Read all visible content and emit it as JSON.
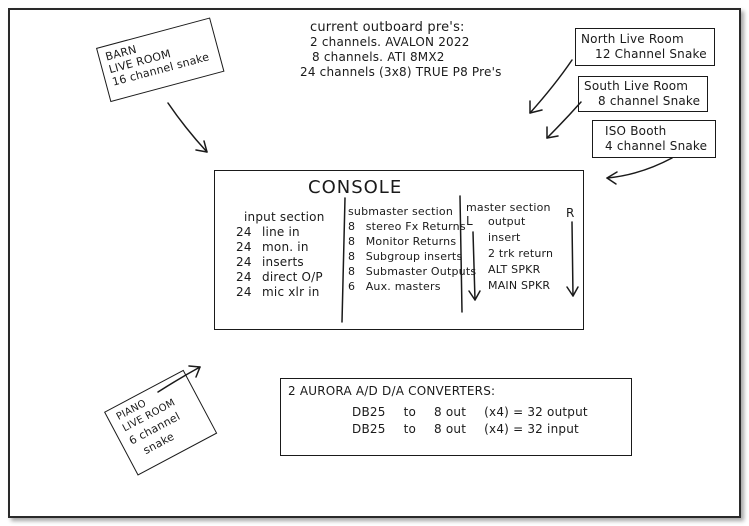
{
  "outboard": {
    "title": "current outboard pre's:",
    "lines": [
      "2 channels. AVALON 2022",
      "8 channels. ATI 8MX2",
      "24 channels (3x8) TRUE P8 Pre's"
    ]
  },
  "barn": [
    "BARN",
    "LIVE ROOM",
    "16 channel snake"
  ],
  "north": [
    "North Live Room",
    "12 Channel Snake"
  ],
  "south": [
    "South Live Room",
    "8 channel Snake"
  ],
  "iso": [
    "ISO Booth",
    "4 channel Snake"
  ],
  "piano": [
    "PIANO",
    "LIVE ROOM",
    "6 channel",
    "snake"
  ],
  "console": {
    "title": "CONSOLE",
    "input": {
      "title": "input section",
      "items": [
        {
          "n": "24",
          "label": "line in"
        },
        {
          "n": "24",
          "label": "mon. in"
        },
        {
          "n": "24",
          "label": "inserts"
        },
        {
          "n": "24",
          "label": "direct O/P"
        },
        {
          "n": "24",
          "label": "mic xlr in"
        }
      ]
    },
    "submaster": {
      "title": "submaster section",
      "items": [
        {
          "n": "8",
          "label": "stereo Fx Returns"
        },
        {
          "n": "8",
          "label": "Monitor Returns"
        },
        {
          "n": "8",
          "label": "Subgroup inserts"
        },
        {
          "n": "8",
          "label": "Submaster Outputs"
        },
        {
          "n": "6",
          "label": "Aux. masters"
        }
      ]
    },
    "master": {
      "title": "master section",
      "left": "L",
      "right": "R",
      "items": [
        "output",
        "insert",
        "2 trk return",
        "ALT SPKR",
        "MAIN SPKR"
      ]
    }
  },
  "aurora": {
    "title": "2 AURORA A/D D/A CONVERTERS:",
    "rows": [
      {
        "conn": "DB25",
        "to": "to",
        "count": "8 out",
        "mult": "(x4) = 32",
        "kind": "output"
      },
      {
        "conn": "DB25",
        "to": "to",
        "count": "8 out",
        "mult": "(x4) = 32",
        "kind": "input"
      }
    ]
  }
}
